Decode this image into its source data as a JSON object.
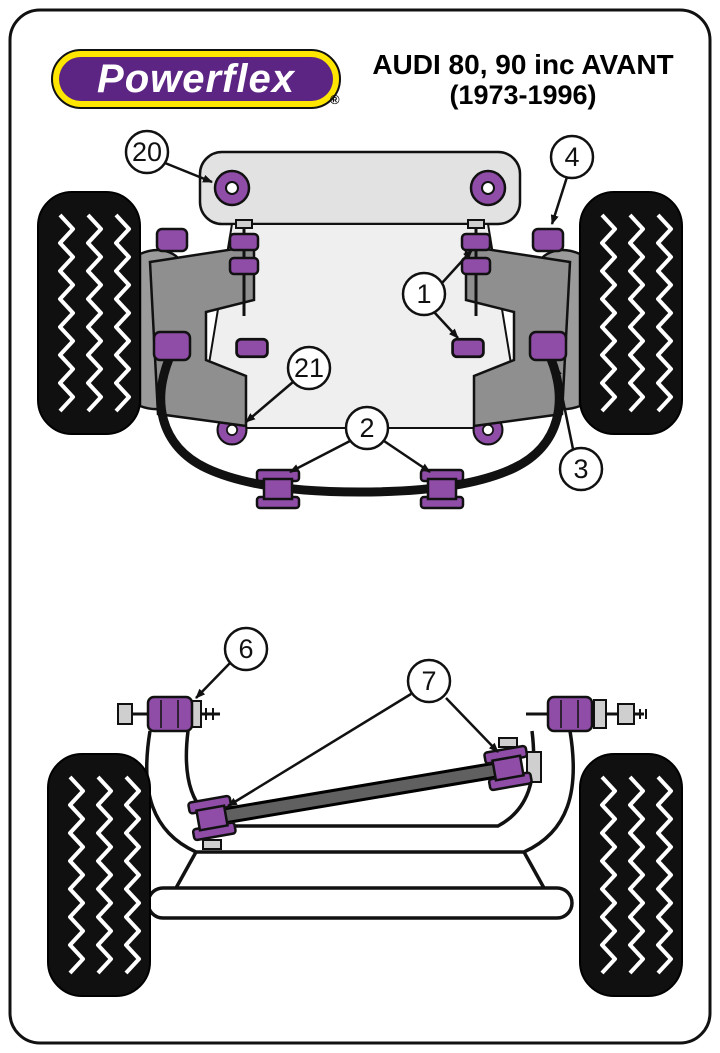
{
  "header": {
    "logo_text": "Powerflex",
    "registered_mark": "®",
    "title_line1": "AUDI 80, 90 inc AVANT",
    "title_line2": "(1973-1996)"
  },
  "colors": {
    "bushing_purple": "#8f4da8",
    "logo_purple": "#5c2483",
    "logo_yellow": "#ffe600",
    "diagram_black": "#111111",
    "light_gray": "#efefef",
    "metal_gray": "#9b9b9b"
  },
  "front": {
    "callouts": [
      {
        "label": "20"
      },
      {
        "label": "4"
      },
      {
        "label": "1"
      },
      {
        "label": "21"
      },
      {
        "label": "2"
      },
      {
        "label": "3"
      }
    ]
  },
  "rear": {
    "callouts": [
      {
        "label": "6"
      },
      {
        "label": "7"
      }
    ]
  }
}
